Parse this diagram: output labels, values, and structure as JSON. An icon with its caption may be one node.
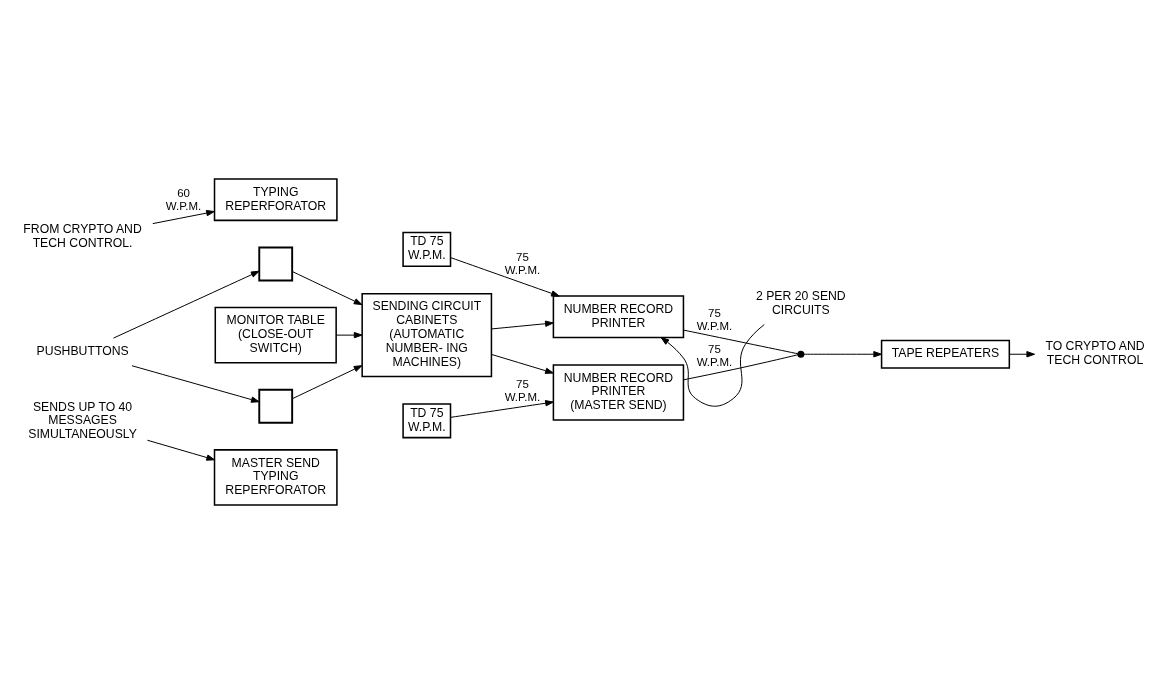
{
  "diagram": {
    "nodes": [
      {
        "text": [
          "FROM CRYPTO AND TECH CONTROL."
        ]
      },
      {
        "text": [
          "TYPING REPERFORATOR"
        ]
      },
      {
        "text": [
          "TD 75 W.P.M."
        ]
      },
      {
        "text": [
          "NUMBER RECORD PRINTER"
        ]
      },
      {
        "text": [
          "2 PER 20 SEND CIRCUITS"
        ]
      },
      {
        "text": [],
        "shape": "box"
      },
      {
        "text": [
          "MONITOR TABLE",
          "(CLOSE-OUT SWITCH)"
        ]
      },
      {
        "text": [
          "SENDING CIRCUIT CABINETS",
          "(AUTOMATIC NUMBER- ING MACHINES)"
        ]
      },
      {
        "text": [
          "PUSHBUTTONS"
        ]
      },
      {
        "text": [],
        "shape": "box"
      },
      {
        "text": [],
        "shape": "circle"
      },
      {
        "text": [
          "TAPE REPEATERS"
        ]
      },
      {
        "text": [
          "TO CRYPTO AND TECH CONTROL"
        ]
      },
      {
        "text": [
          "MASTER SEND TYPING REPERFORATOR"
        ]
      },
      {
        "text": [
          "TD 75 W.P.M."
        ]
      },
      {
        "text": [
          "NUMBER RECORD PRINTER",
          "(MASTER SEND)"
        ]
      },
      {
        "text": [
          "SENDS UP TO 40 MESSAGES SIMULTANEOUSLY"
        ]
      }
    ],
    "edges": [
      {
        "from": 0,
        "to": 1,
        "arrow": "to",
        "label": "60 W.P.M."
      },
      {
        "from": 2,
        "to": 3,
        "arrow": "to",
        "label": "75 W.P.M."
      },
      {
        "from": 4,
        "to": 3,
        "arrow": "to"
      },
      {
        "from": 5,
        "to": 7,
        "arrow": "to"
      },
      {
        "from": 6,
        "to": 7,
        "arrow": "to"
      },
      {
        "from": 9,
        "to": 7,
        "arrow": "to"
      },
      {
        "from": 7,
        "to": 3,
        "arrow": "to"
      },
      {
        "from": 7,
        "to": 15,
        "arrow": "to"
      },
      {
        "from": 8,
        "to": 5,
        "arrow": "to"
      },
      {
        "from": 8,
        "to": 9,
        "arrow": "to"
      },
      {
        "from": 3,
        "to": 10,
        "arrow": "none",
        "label": "75 W.P.M."
      },
      {
        "from": 15,
        "to": 10,
        "arrow": "none",
        "label": "75 W.P.M."
      },
      {
        "from": 10,
        "to": 11,
        "arrow": "to"
      },
      {
        "from": 11,
        "to": 12,
        "arrow": "to"
      },
      {
        "from": 14,
        "to": 15,
        "arrow": "to",
        "label": "75 W.P.M."
      },
      {
        "from": 16,
        "to": 13,
        "arrow": "to"
      }
    ]
  }
}
